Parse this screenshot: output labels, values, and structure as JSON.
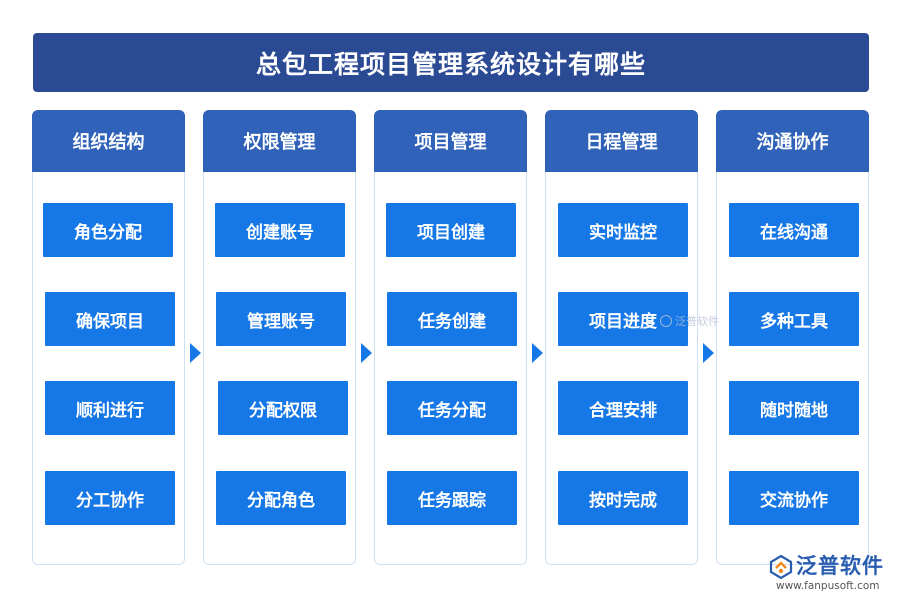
{
  "title": "总包工程项目管理系统设计有哪些",
  "columns": [
    {
      "header": "组织结构",
      "items": [
        "角色分配",
        "确保项目",
        "顺利进行",
        "分工协作"
      ]
    },
    {
      "header": "权限管理",
      "items": [
        "创建账号",
        "管理账号",
        "分配权限",
        "分配角色"
      ]
    },
    {
      "header": "项目管理",
      "items": [
        "项目创建",
        "任务创建",
        "任务分配",
        "任务跟踪"
      ]
    },
    {
      "header": "日程管理",
      "items": [
        "实时监控",
        "项目进度",
        "合理安排",
        "按时完成"
      ]
    },
    {
      "header": "沟通协作",
      "items": [
        "在线沟通",
        "多种工具",
        "随时随地",
        "交流协作"
      ]
    }
  ],
  "watermark": "泛普软件",
  "logo": {
    "name": "泛普软件",
    "url": "www.fanpusoft.com"
  },
  "colors": {
    "title_bg": "#2b4a94",
    "header_bg": "#2f62b8",
    "item_bg": "#1677e6",
    "column_border": "#cfe0f5"
  }
}
